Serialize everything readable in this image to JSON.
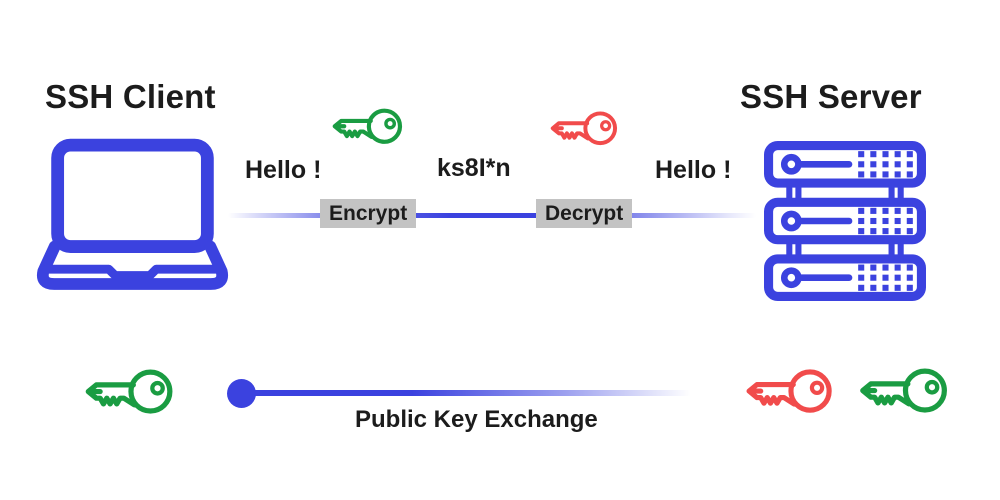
{
  "client": {
    "title": "SSH Client"
  },
  "server": {
    "title": "SSH Server"
  },
  "top_flow": {
    "plaintext_left": "Hello !",
    "ciphertext": "ks8I*n",
    "plaintext_right": "Hello !",
    "encrypt_label": "Encrypt",
    "decrypt_label": "Decrypt"
  },
  "bottom_flow": {
    "label": "Public Key Exchange"
  },
  "icons": {
    "client": "laptop-icon",
    "server": "server-rack-icon",
    "client_session_key": "green-key-icon",
    "transit_key": "red-key-icon",
    "exchange_origin": "blue-dot",
    "public_key_left": "green-key-icon",
    "private_key_right": "red-key-icon",
    "public_key_right": "green-key-icon"
  },
  "colors": {
    "accent_blue": "#3b42df",
    "key_green": "#1a9c42",
    "key_red": "#f14b4b",
    "label_bg": "#c3c3c3",
    "text": "#1c1c1c"
  }
}
